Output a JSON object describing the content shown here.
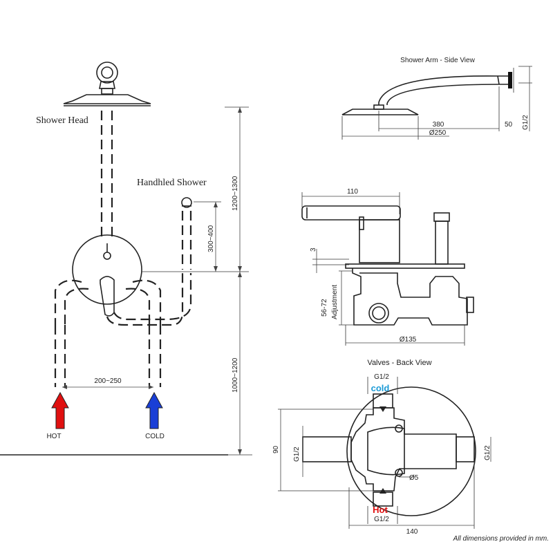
{
  "install": {
    "shower_head_label": "Shower Head",
    "handheld_label": "Handhled Shower",
    "dim_head_height": "1200~1300",
    "dim_handheld_height": "300~400",
    "dim_valve_height": "1000~1200",
    "dim_inlet_spacing": "200~250",
    "hot_label": "HOT",
    "cold_label": "COLD",
    "hot_arrow_color": "#e01010",
    "cold_arrow_color": "#1a3fd6"
  },
  "arm_view": {
    "title": "Shower Arm - Side View",
    "dim_arm_length": "380",
    "dim_head_diameter": "Ø250",
    "dim_flange": "50",
    "dim_thread": "G1/2"
  },
  "valve_side": {
    "dim_top_width": "110",
    "dim_plate": "3",
    "dim_adjust_range": "56-72",
    "dim_adjust_label": "Adjustment",
    "dim_body_diameter": "Ø135"
  },
  "back_view": {
    "title": "Valves - Back View",
    "cold_thread": "G1/2",
    "cold_label": "cold",
    "cold_color": "#1a9ad6",
    "hot_label": "Hot",
    "hot_color": "#e01010",
    "hot_thread": "G1/2",
    "left_thread": "G1/2",
    "right_thread": "G1/2",
    "dim_height": "90",
    "dim_pin": "Ø5",
    "dim_width": "140"
  },
  "footnote": "All dimensions provided in mm."
}
